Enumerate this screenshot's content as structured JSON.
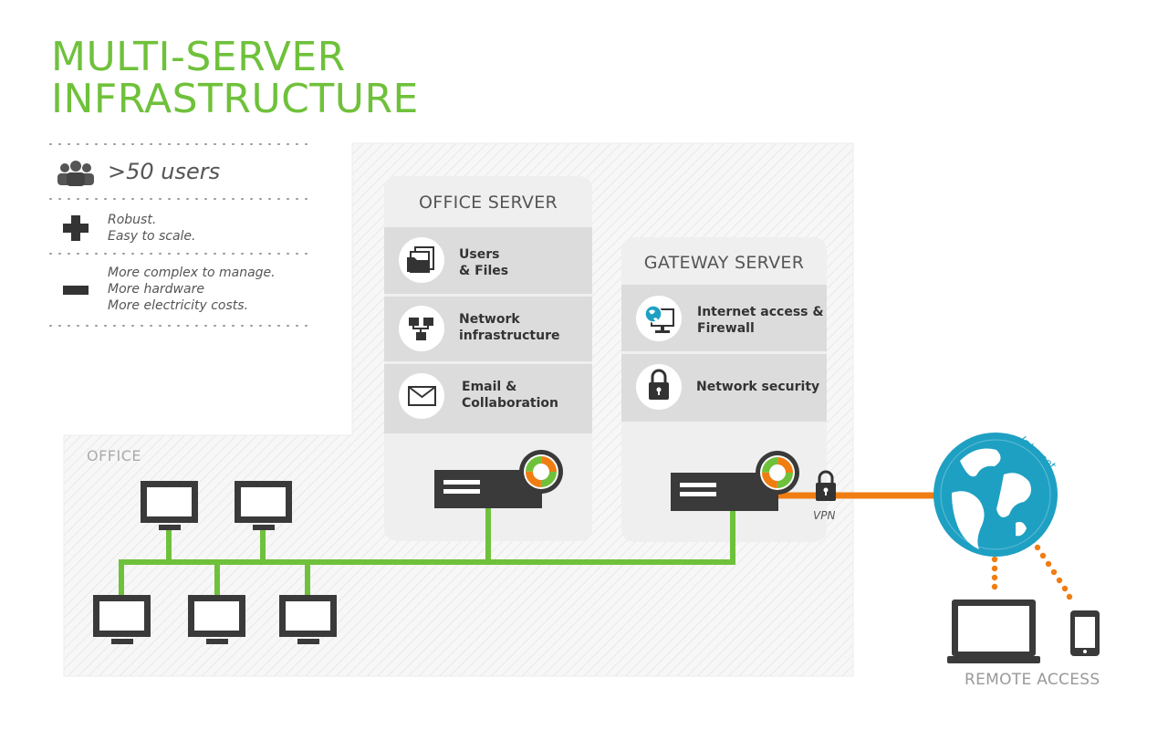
{
  "title": {
    "line1": "MULTI-SERVER",
    "line2": "INFRASTRUCTURE"
  },
  "info": {
    "users": ">50 users",
    "pros": [
      "Robust.",
      "Easy to scale."
    ],
    "cons": [
      "More complex to manage.",
      "More hardware",
      "More electricity costs."
    ]
  },
  "office_server": {
    "title": "OFFICE SERVER",
    "services": [
      {
        "line1": "Users",
        "line2": "& Files",
        "icon": "folders-icon"
      },
      {
        "line1": "Network",
        "line2": "infrastructure",
        "icon": "network-icon"
      },
      {
        "line1": "Email &",
        "line2": "Collaboration",
        "icon": "envelope-icon"
      }
    ]
  },
  "gateway_server": {
    "title": "GATEWAY SERVER",
    "services": [
      {
        "line1": "Internet access &",
        "line2": "Firewall",
        "icon": "globe-monitor-icon"
      },
      {
        "line1": "Network security",
        "line2": "",
        "icon": "lock-icon"
      }
    ]
  },
  "labels": {
    "office": "OFFICE",
    "vpn": "VPN",
    "internet": "Internet",
    "remote_access": "REMOTE ACCESS"
  },
  "colors": {
    "accent_green": "#6fc13b",
    "link_orange": "#f07d12",
    "globe_blue": "#1ea0c3",
    "dark": "#3a3a3a"
  }
}
